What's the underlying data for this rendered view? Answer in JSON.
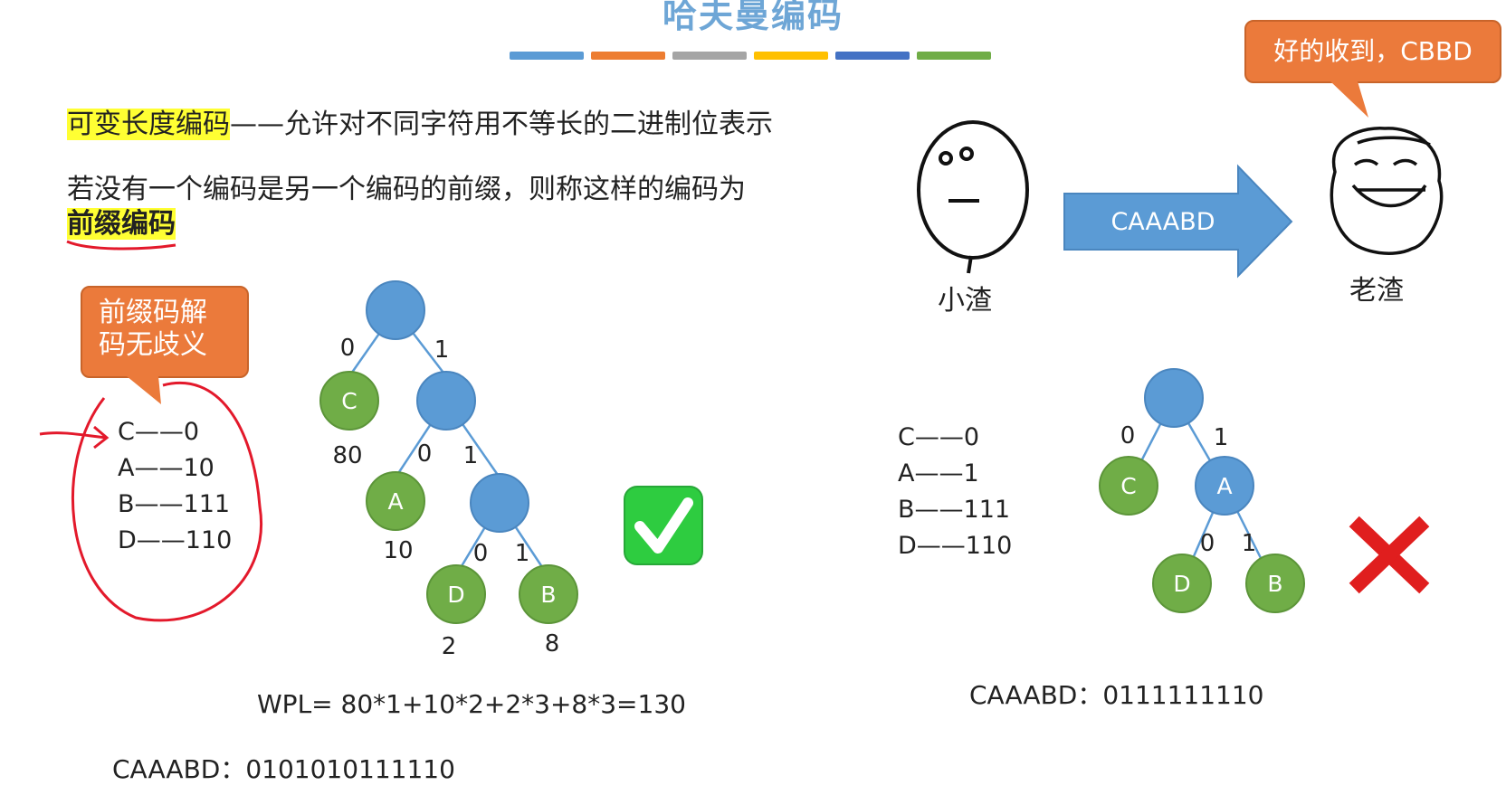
{
  "title": "哈夫曼编码",
  "color_bars": [
    "#5b9bd5",
    "#ed7d31",
    "#a5a5a5",
    "#ffc000",
    "#4472c4",
    "#70ad47"
  ],
  "definition": {
    "term": "可变长度编码",
    "text": "——允许对不同字符用不等长的二进制位表示"
  },
  "prefix_def": {
    "line": "若没有一个编码是另一个编码的前缀，则称这样的编码为",
    "term": "前缀编码"
  },
  "callout_left": {
    "line1": "前缀码解",
    "line2": "码无歧义"
  },
  "codes_left": [
    "C——0",
    "A——10",
    "B——111",
    "D——110"
  ],
  "tree_left": {
    "left_branch_label": "0",
    "right_branch_label": "1",
    "C": {
      "label": "C",
      "weight": "80"
    },
    "A": {
      "label": "A",
      "weight": "10"
    },
    "D": {
      "label": "D",
      "weight": "2"
    },
    "B": {
      "label": "B",
      "weight": "8"
    },
    "edge_labels": [
      "0",
      "1",
      "0",
      "1"
    ]
  },
  "wpl": "WPL= 80*1+10*2+2*3+8*3=130",
  "caption_left": "CAAABD：0101010111110",
  "sender": {
    "name": "小渣",
    "message": "CAAABD"
  },
  "receiver": {
    "name": "老渣",
    "reply": "好的收到，CBBD"
  },
  "codes_right": [
    "C——0",
    "A——1",
    "B——111",
    "D——110"
  ],
  "tree_right": {
    "edge_labels": [
      "0",
      "1",
      "0",
      "1"
    ],
    "C": {
      "label": "C"
    },
    "A": {
      "label": "A"
    },
    "D": {
      "label": "D"
    },
    "B": {
      "label": "B"
    }
  },
  "caption_right": "CAAABD：0111111110",
  "colors": {
    "internal_node": "#5b9bd5",
    "leaf_node": "#70ad47",
    "callout": "#eb7a3b",
    "arrow": "#5b9bd5",
    "highlight": "#ffff33",
    "ink": "#e3192b",
    "check": "#2ecc40",
    "cross": "#e01e1e"
  },
  "icons": {
    "valid": "check-icon",
    "invalid": "cross-icon"
  }
}
